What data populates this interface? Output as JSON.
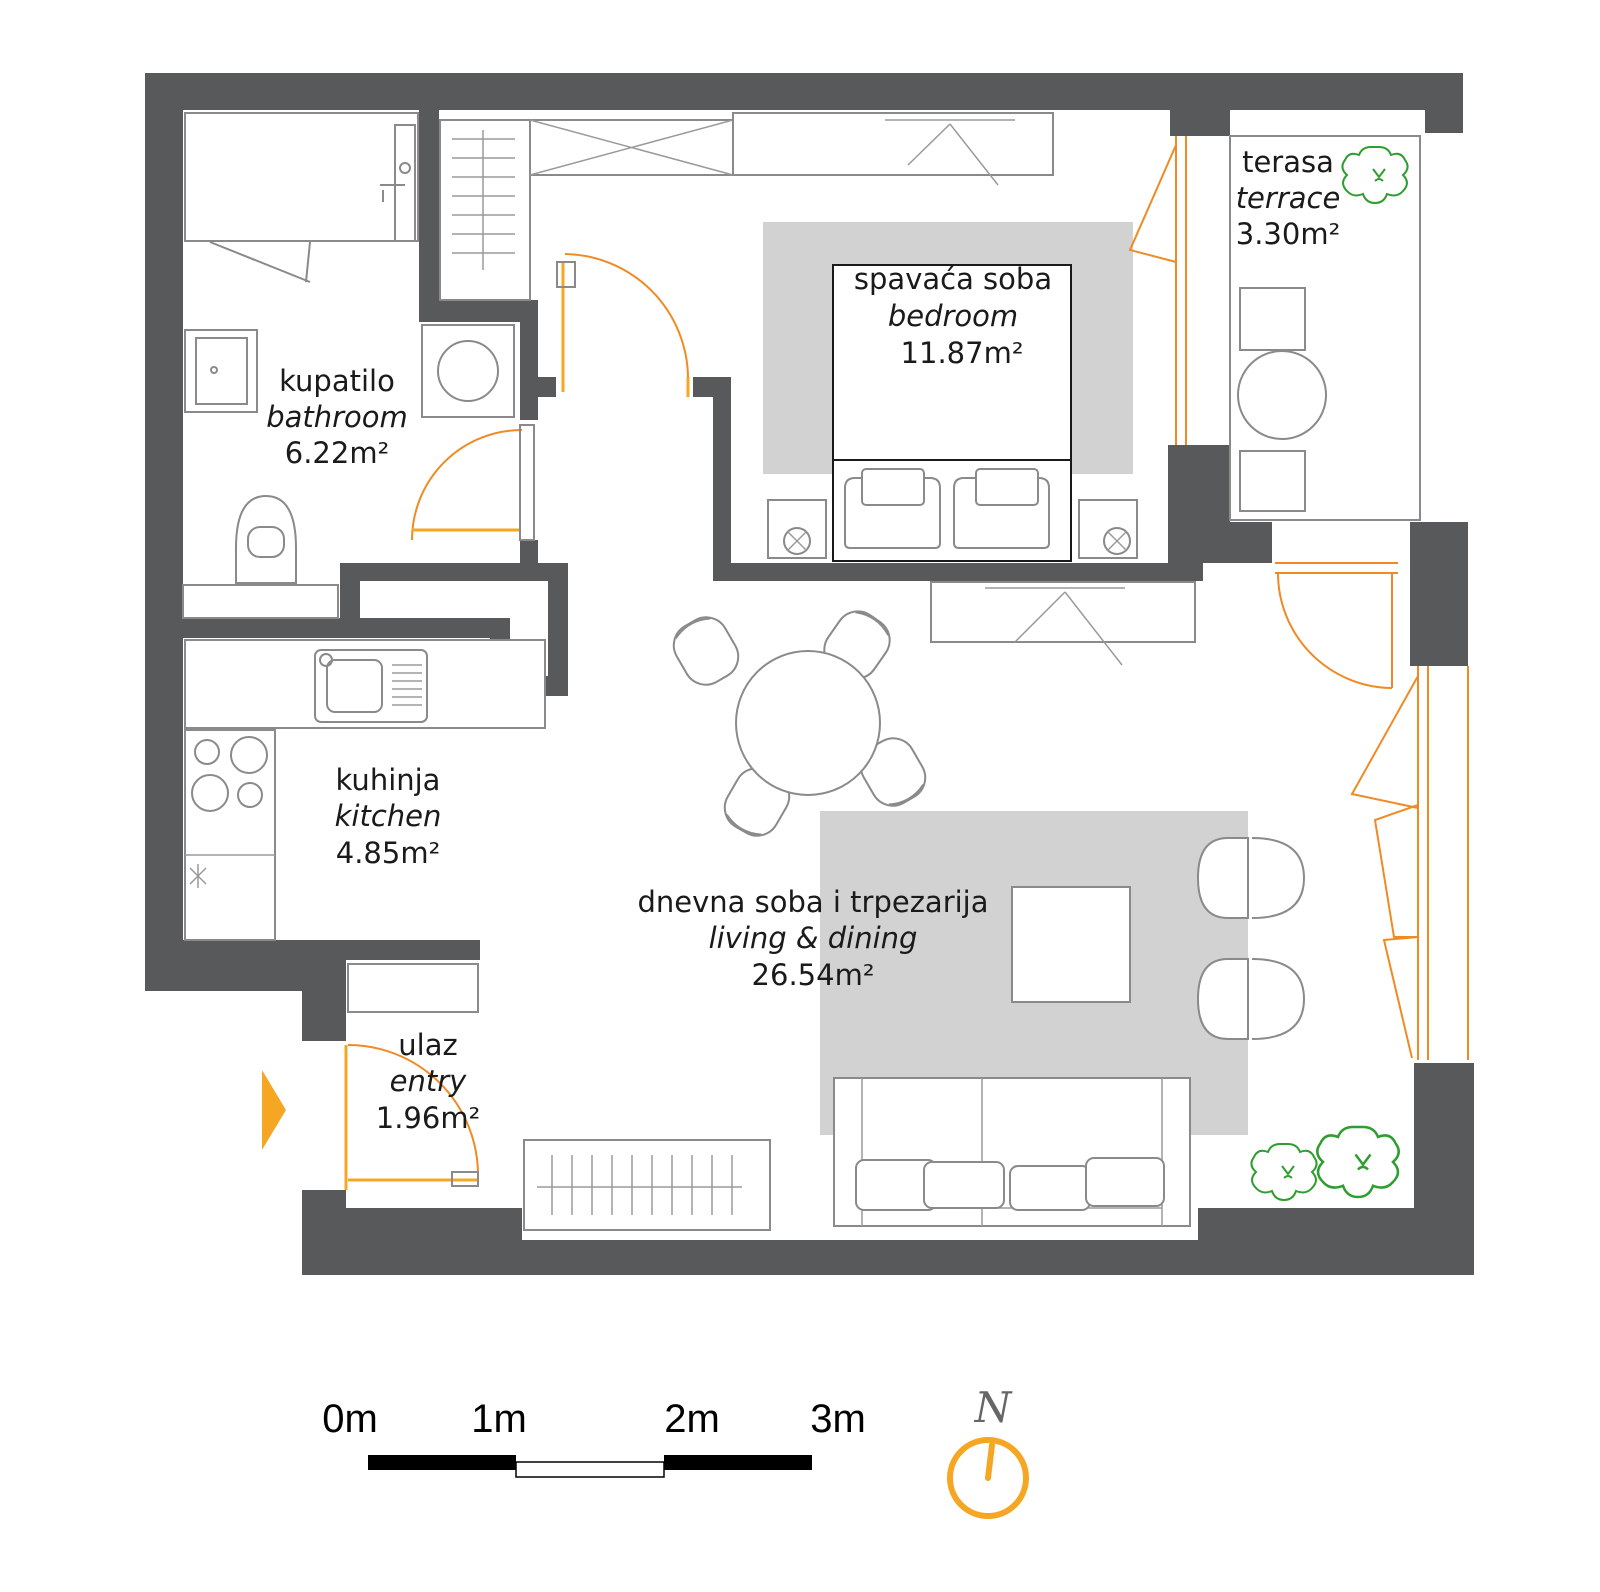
{
  "rooms": {
    "bathroom": {
      "local": "kupatilo",
      "english": "bathroom",
      "area": "6.22m²"
    },
    "bedroom": {
      "local": "spavaća soba",
      "english": "bedroom",
      "area": "11.87m²"
    },
    "terrace": {
      "local": "terasa",
      "english": "terrace",
      "area": "3.30m²"
    },
    "kitchen": {
      "local": "kuhinja",
      "english": "kitchen",
      "area": "4.85m²"
    },
    "living": {
      "local": "dnevna soba i trpezarija",
      "english": "living & dining",
      "area": "26.54m²"
    },
    "entry": {
      "local": "ulaz",
      "english": "entry",
      "area": "1.96m²"
    }
  },
  "scale": {
    "labels": [
      "0m",
      "1m",
      "2m",
      "3m"
    ]
  },
  "north": {
    "label": "N"
  },
  "colors": {
    "wall": "#58595b",
    "rug": "#d2d2d2",
    "glazing": "#f08a24",
    "entry_door": "#f5a623",
    "plant": "#2e9e2e"
  },
  "icons": [
    "entry-arrow-icon",
    "north-compass-icon",
    "plant-icon"
  ]
}
